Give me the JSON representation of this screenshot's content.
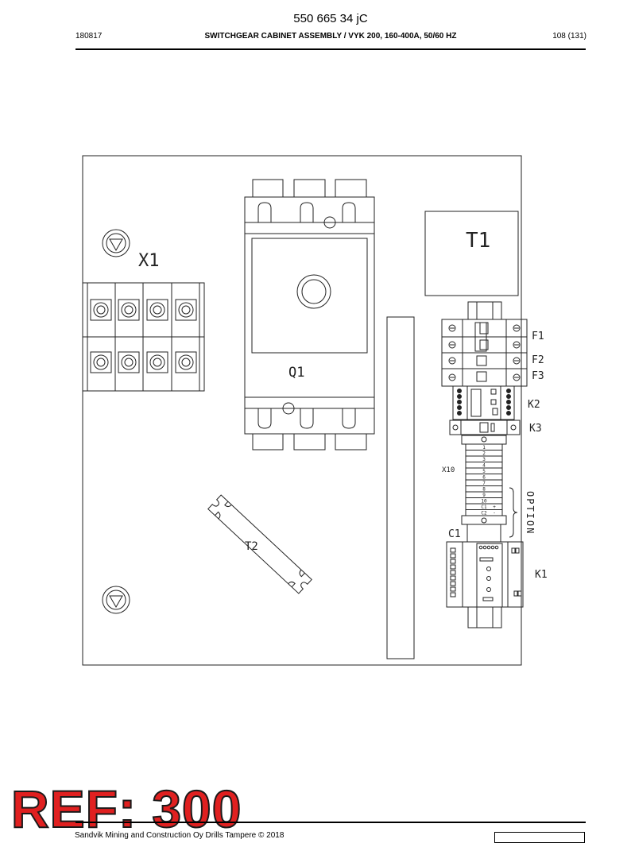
{
  "header": {
    "doc_number": "550 665 34 jC",
    "date": "180817",
    "title": "SWITCHGEAR CABINET ASSEMBLY / VYK 200, 160-400A, 50/60 HZ",
    "page": "108 (131)"
  },
  "drawing": {
    "labels": {
      "x1": "X1",
      "q1": "Q1",
      "t1": "T1",
      "t2": "T2",
      "f1": "F1",
      "f2": "F2",
      "f3": "F3",
      "k2": "K2",
      "k3": "K3",
      "x10": "X10",
      "option": "OPTION",
      "c1": "C1",
      "k1": "K1"
    },
    "terminal_numbers": [
      "1",
      "2",
      "3",
      "4",
      "5",
      "6",
      "7",
      "8",
      "9",
      "10",
      "C1",
      "C2"
    ],
    "terminal_marks": [
      "+",
      "-"
    ]
  },
  "ref": {
    "label": "REF: 300"
  },
  "footer": {
    "text": "Sandvik Mining and Construction Oy Drills Tampere © 2018"
  }
}
